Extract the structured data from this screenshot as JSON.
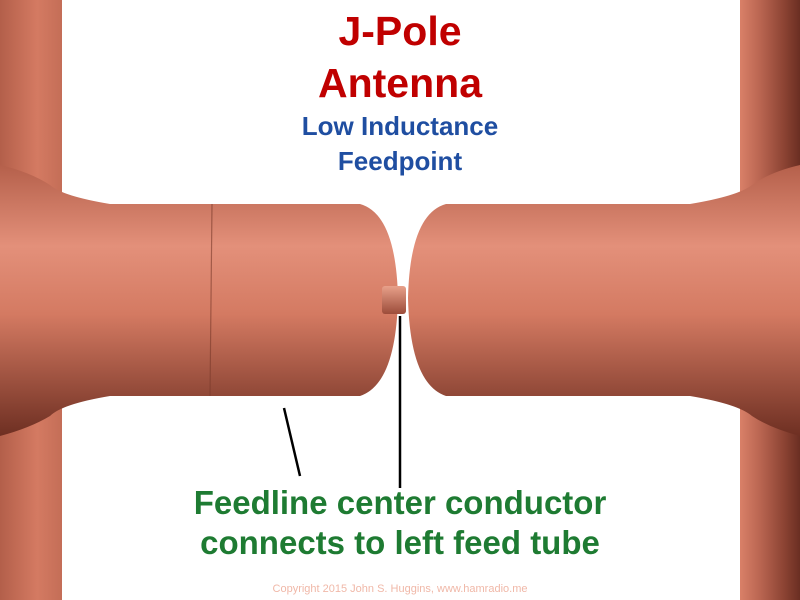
{
  "title": {
    "line1": "J-Pole",
    "line2": "Antenna",
    "color": "#c00000"
  },
  "subtitle": {
    "line1": "Low Inductance",
    "line2": "Feedpoint",
    "color": "#1f4ea1"
  },
  "callout": {
    "line1": "Feedline center conductor",
    "line2": "connects to left feed tube",
    "color": "#1e7b32"
  },
  "copyright": {
    "text": "Copyright 2015 John S. Huggins, www.hamradio.me",
    "color": "#f0b8a8"
  },
  "colors": {
    "copper": "#d67a62",
    "copper_dark": "#8a4232",
    "copper_light": "#e89a84",
    "background": "#ffffff",
    "pointer": "#000000"
  }
}
